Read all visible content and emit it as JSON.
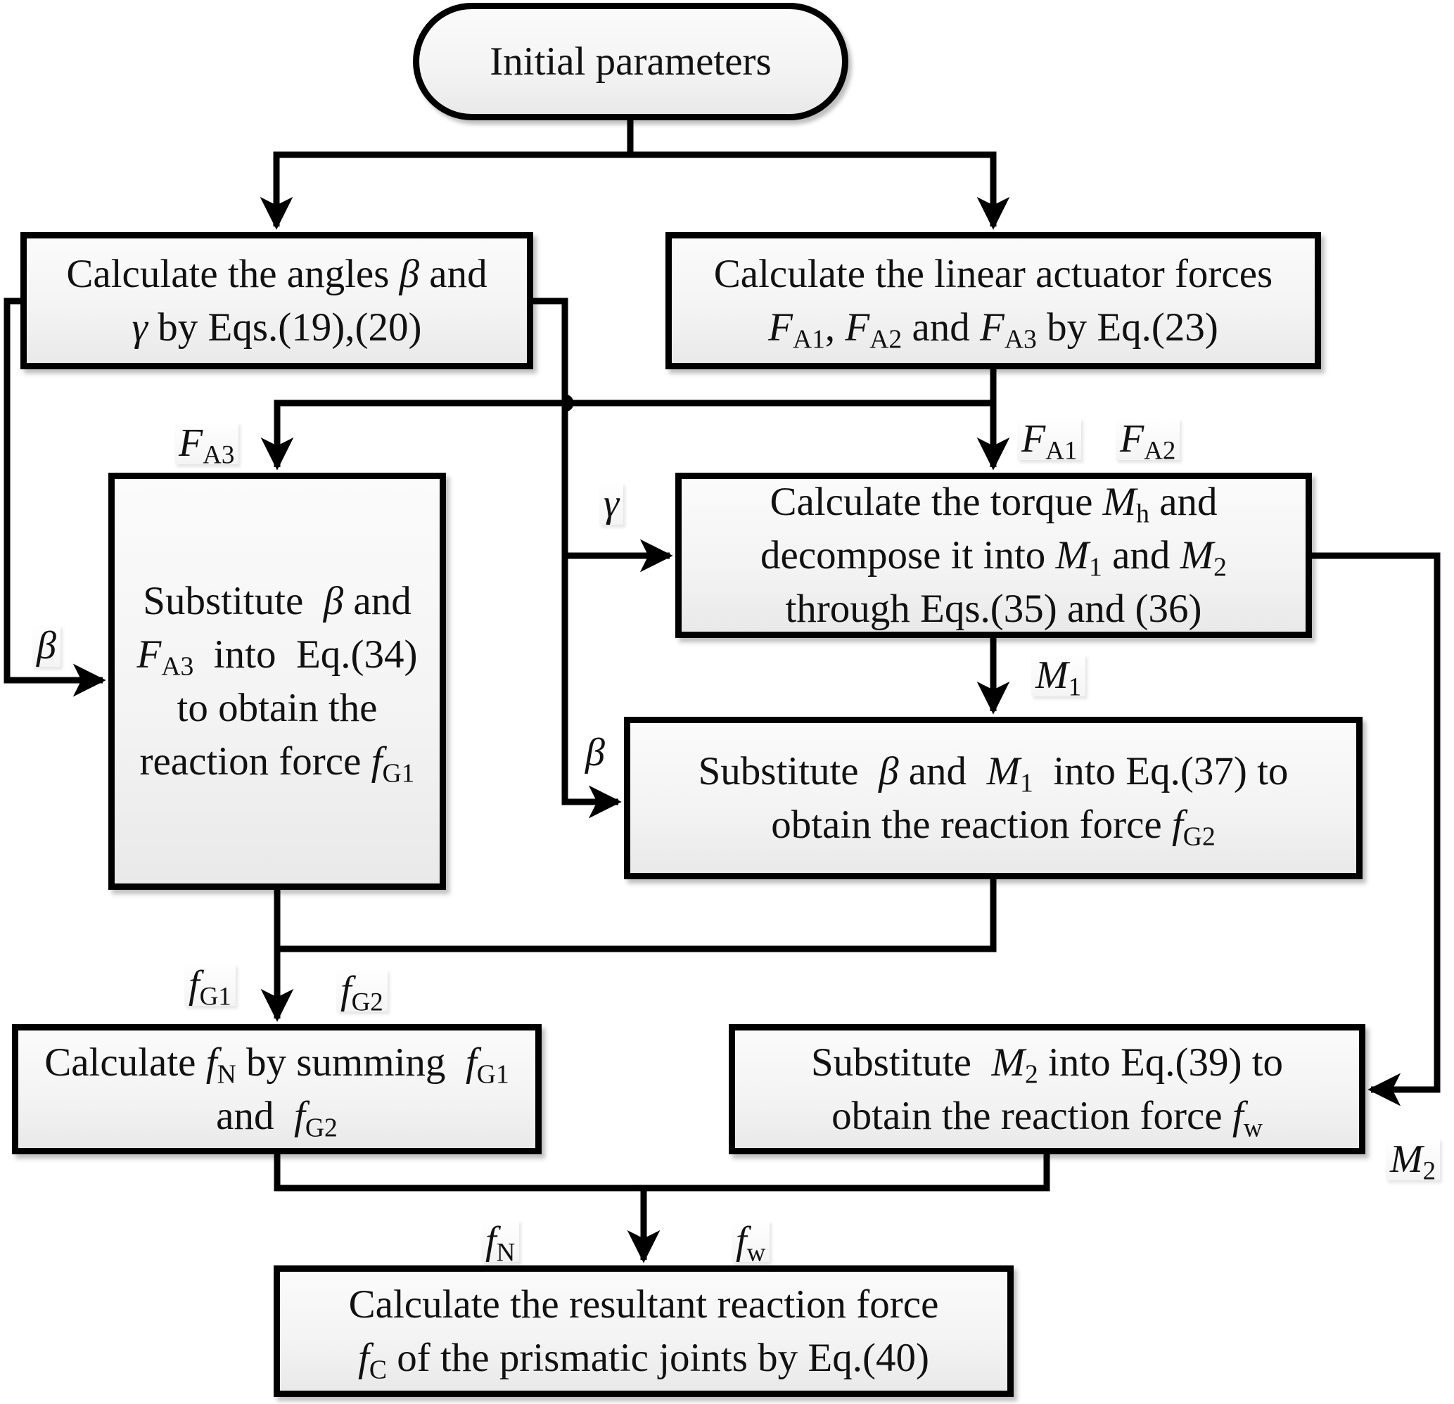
{
  "diagram": {
    "type": "flowchart",
    "colors": {
      "stroke": "#000000",
      "box_fill_top": "#fbfbfb",
      "box_fill_bottom": "#e9e9e9",
      "background": "#ffffff"
    },
    "nodes": {
      "start": {
        "shape": "terminator",
        "text": "Initial parameters"
      },
      "angles": {
        "shape": "process",
        "line1": "Calculate the angles",
        "beta": "β",
        "and": "and",
        "gamma": "γ",
        "line2_rest": "by Eqs.(19),(20)"
      },
      "actuator": {
        "shape": "process",
        "line1": "Calculate the linear actuator forces",
        "F": "F",
        "A1": "A1",
        "A2": "A2",
        "A3": "A3",
        "sep1": ",",
        "and": "and",
        "line2_rest": "by Eq.(23)"
      },
      "fg1": {
        "shape": "process",
        "substitute": "Substitute",
        "beta": "β",
        "and": "and",
        "F": "F",
        "A3": "A3",
        "into": "into",
        "eq": "Eq.(34)",
        "line3": "to obtain the",
        "line4": "reaction force",
        "f": "f",
        "G1": "G1"
      },
      "torque": {
        "shape": "process",
        "line1a": "Calculate the torque",
        "M": "M",
        "h": "h",
        "and": "and",
        "line2a": "decompose it into",
        "sub1": "1",
        "sub2": "2",
        "line3": "through Eqs.(35) and (36)"
      },
      "fg2": {
        "shape": "process",
        "substitute": "Substitute",
        "beta": "β",
        "and": "and",
        "M": "M",
        "sub1": "1",
        "rest1": "into Eq.(37) to",
        "line2": "obtain the reaction force",
        "f": "f",
        "G2": "G2"
      },
      "fn": {
        "shape": "process",
        "line1a": "Calculate",
        "f": "f",
        "N": "N",
        "line1b": "by summing",
        "G1": "G1",
        "and": "and",
        "G2": "G2"
      },
      "fw": {
        "shape": "process",
        "substitute": "Substitute",
        "M": "M",
        "sub2": "2",
        "rest1": "into Eq.(39) to",
        "line2": "obtain the reaction force",
        "f": "f",
        "w": "w"
      },
      "fc": {
        "shape": "process",
        "line1": "Calculate the resultant reaction force",
        "f": "f",
        "C": "C",
        "line2_rest": "of the prismatic joints by Eq.(40)"
      }
    },
    "edge_labels": {
      "FA3": {
        "sym": "F",
        "sub": "A3"
      },
      "FA1": {
        "sym": "F",
        "sub": "A1"
      },
      "FA2": {
        "sym": "F",
        "sub": "A2"
      },
      "gamma": {
        "sym": "γ"
      },
      "beta_left": {
        "sym": "β"
      },
      "beta_mid": {
        "sym": "β"
      },
      "M1": {
        "sym": "M",
        "sub": "1"
      },
      "M2": {
        "sym": "M",
        "sub": "2"
      },
      "fG1": {
        "sym": "f",
        "sub": "G1"
      },
      "fG2": {
        "sym": "f",
        "sub": "G2"
      },
      "fN": {
        "sym": "f",
        "sub": "N"
      },
      "fw": {
        "sym": "f",
        "sub": "w"
      }
    },
    "edges": [
      {
        "from": "start",
        "to": "angles"
      },
      {
        "from": "start",
        "to": "actuator"
      },
      {
        "from": "angles",
        "to": "fg1",
        "label": "β"
      },
      {
        "from": "angles",
        "to": "torque",
        "label": "γ"
      },
      {
        "from": "angles",
        "to": "fg2",
        "label": "β"
      },
      {
        "from": "actuator",
        "to": "fg1",
        "label": "F_A3"
      },
      {
        "from": "actuator",
        "to": "torque",
        "label": "F_A1, F_A2"
      },
      {
        "from": "torque",
        "to": "fg2",
        "label": "M_1"
      },
      {
        "from": "torque",
        "to": "fw",
        "label": "M_2"
      },
      {
        "from": "fg1",
        "to": "fn",
        "label": "f_G1"
      },
      {
        "from": "fg2",
        "to": "fn",
        "label": "f_G2"
      },
      {
        "from": "fn",
        "to": "fc",
        "label": "f_N"
      },
      {
        "from": "fw",
        "to": "fc",
        "label": "f_w"
      }
    ]
  }
}
